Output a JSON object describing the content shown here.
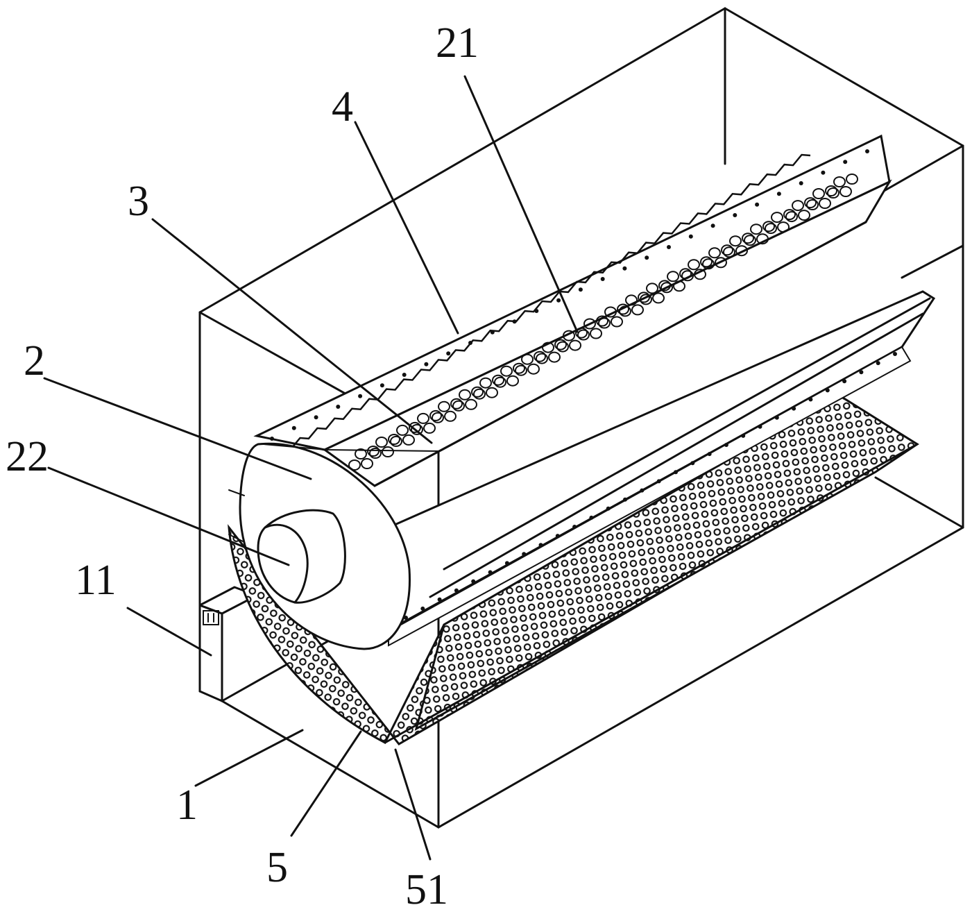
{
  "figure": {
    "labels": [
      {
        "id": "ref-21",
        "text": "21"
      },
      {
        "id": "ref-4",
        "text": "4"
      },
      {
        "id": "ref-3",
        "text": "3"
      },
      {
        "id": "ref-2",
        "text": "2"
      },
      {
        "id": "ref-22",
        "text": "22"
      },
      {
        "id": "ref-11",
        "text": "11"
      },
      {
        "id": "ref-1",
        "text": "1"
      },
      {
        "id": "ref-5",
        "text": "5"
      },
      {
        "id": "ref-51",
        "text": "51"
      }
    ]
  },
  "colors": {
    "line": "#111111",
    "background": "#ffffff"
  }
}
